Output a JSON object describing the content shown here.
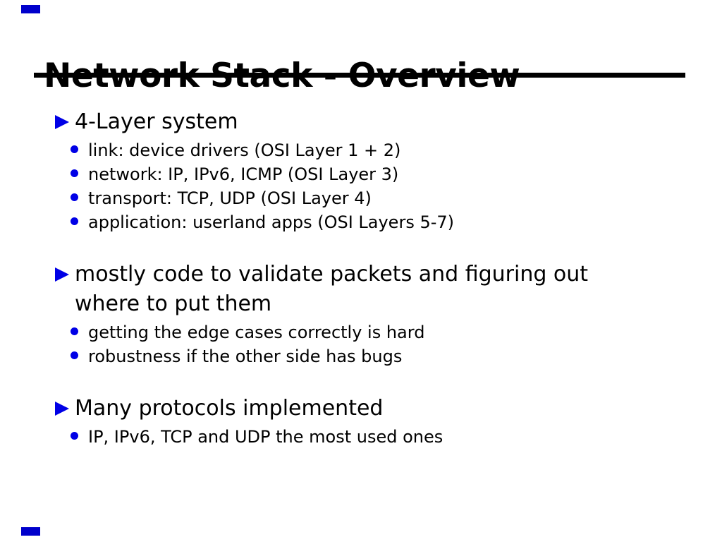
{
  "slide": {
    "title": "Network Stack - Overview",
    "bullets": [
      {
        "level": 1,
        "text": "4-Layer system"
      },
      {
        "level": 2,
        "text": "link: device drivers (OSI Layer 1 + 2)"
      },
      {
        "level": 2,
        "text": "network: IP, IPv6, ICMP (OSI Layer 3)"
      },
      {
        "level": 2,
        "text": "transport: TCP, UDP (OSI Layer 4)"
      },
      {
        "level": 2,
        "text": "application: userland apps (OSI Layers 5-7)"
      },
      {
        "level": 1,
        "text": "mostly code to validate packets and figuring out\nwhere to put them"
      },
      {
        "level": 2,
        "text": "getting the edge cases correctly is hard"
      },
      {
        "level": 2,
        "text": "robustness if the other side has bugs"
      },
      {
        "level": 1,
        "text": "Many protocols implemented"
      },
      {
        "level": 2,
        "text": "IP, IPv6, TCP and UDP the most used ones"
      }
    ]
  },
  "colors": {
    "accent": "#0000e6",
    "marker": "#0000cc",
    "text": "#000000",
    "rule": "#000000",
    "background": "#ffffff"
  }
}
